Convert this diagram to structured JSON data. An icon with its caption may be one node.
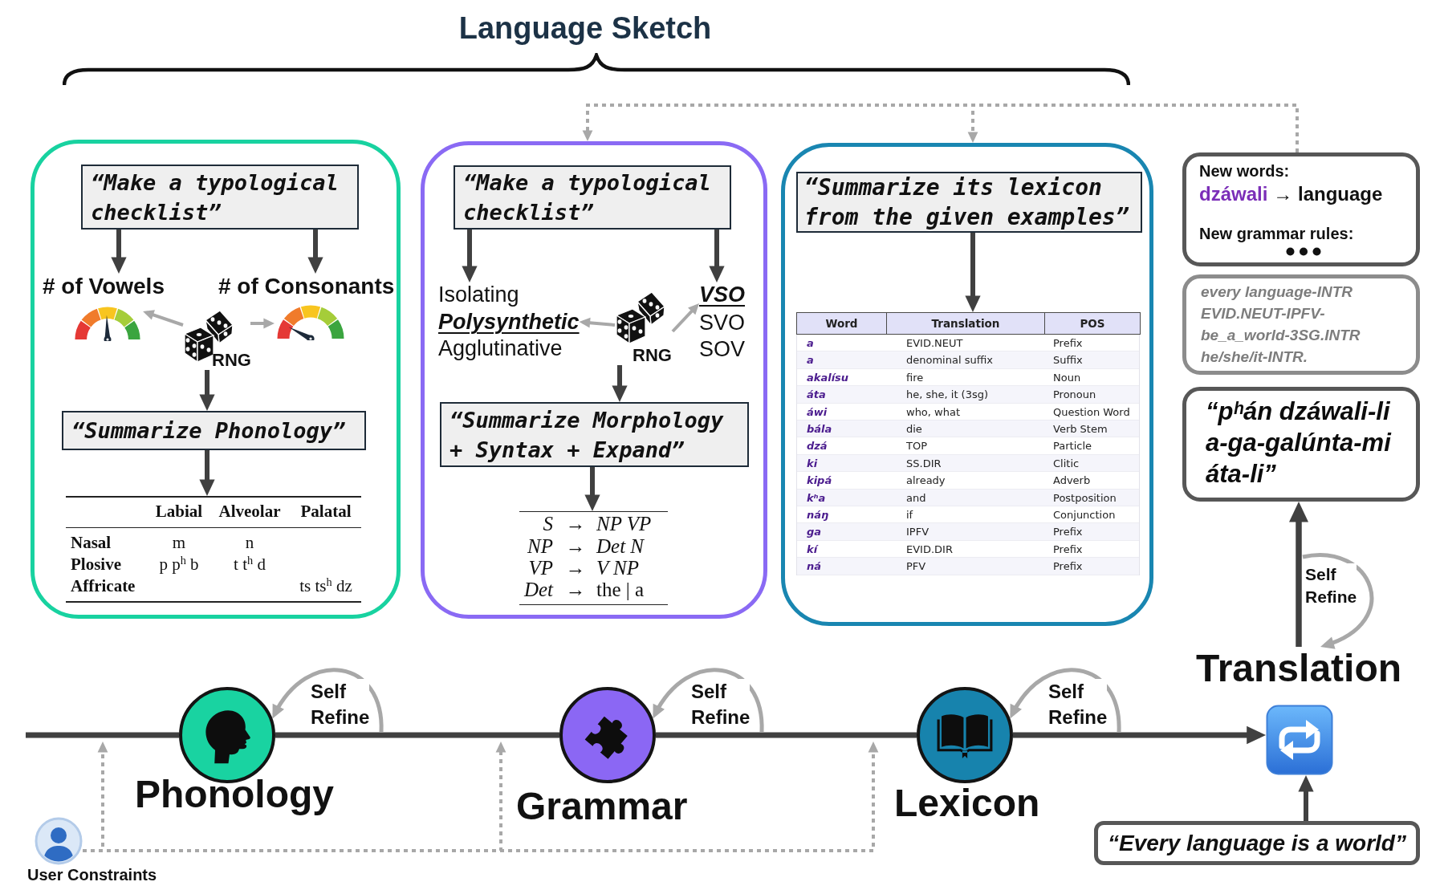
{
  "diagram": {
    "title": "Language Sketch",
    "nodes": [
      {
        "text": [],
        "shape": "box"
      },
      {
        "text": [
          "“Make a typological checklist”"
        ],
        "in": 0
      },
      {
        "text": [
          "# of Vowels"
        ],
        "in": 0
      },
      {
        "text": [
          "# of Consonants"
        ],
        "in": 0
      },
      {
        "text": [],
        "shape": "gauge",
        "in": 0
      },
      {
        "text": [],
        "shape": "gauge",
        "in": 0
      },
      {
        "text": [
          "RNG"
        ],
        "in": 0
      },
      {
        "text": [
          "“Summarize Phonology”"
        ],
        "in": 0
      },
      {
        "text": [
          "Labial",
          "Alveolar",
          "Palatal",
          "Nasal",
          "m",
          "n",
          "Plosive",
          "p p$^{h}$ b",
          "t t$^{h}$ d",
          "Affricate",
          "ts ts$^{h}$ dz"
        ],
        "in": 0
      },
      {
        "text": [],
        "shape": "box"
      },
      {
        "text": [
          "“Make a typological checklist”"
        ],
        "in": 9
      },
      {
        "text": [
          "Isolating"
        ],
        "in": 9
      },
      {
        "text": [
          "Polysynthetic"
        ],
        "in": 9
      },
      {
        "text": [
          "Agglutinative"
        ],
        "in": 9
      },
      {
        "text": [
          "RNG"
        ],
        "in": 9
      },
      {
        "text": [
          "VSO"
        ],
        "in": 9
      },
      {
        "text": [
          "SVO"
        ],
        "in": 9
      },
      {
        "text": [
          "SOV"
        ],
        "in": 9
      },
      {
        "text": [
          "“Summarize Morphology + Syntax + Expand”"
        ],
        "in": 9
      },
      {
        "text": [
          "S",
          "→",
          "NP VP",
          "NP",
          "→",
          "Det N",
          "VP",
          "→",
          "V NP",
          "Det",
          "→",
          "the | a"
        ],
        "in": 9
      },
      {
        "text": [],
        "shape": "box"
      },
      {
        "text": [
          "“Summarize its lexicon from the given examples”"
        ],
        "in": 20
      },
      {
        "text": [
          "Word",
          "Translation",
          "POS",
          "a",
          "EVID.NEUT",
          "Prefix",
          "a",
          "denominal suffix",
          "Suffix",
          "akalísu",
          "fire",
          "Noun",
          "áta",
          "he, she, it (3sg)",
          "Pronoun",
          "áwi",
          "who, what",
          "Question Word",
          "bála",
          "die",
          "Verb Stem",
          "dzá",
          "TOP",
          "Particle",
          "ki",
          "SS.DIR",
          "Clitic",
          "kipá",
          "already",
          "Adverb",
          "kʰa",
          "and",
          "Postposition",
          "náŋ",
          "if",
          "Conjunction",
          "ga",
          "IPFV",
          "Prefix",
          "kí",
          "EVID.DIR",
          "Prefix",
          "ná",
          "PFV",
          "Prefix"
        ],
        "in": 20
      },
      {
        "text": [
          "New words:",
          "dzáwali",
          "→ language",
          "New grammar rules:"
        ]
      },
      {
        "text": [
          "every language-INTR EVID.NEUT-IPFV- be_a_world-3SG.INTR he/she/it-INTR."
        ]
      },
      {
        "text": [
          "“pʰán dzáwali-li a-ga-galúnta-mi áta-li”"
        ]
      },
      {
        "text": [
          "Translation"
        ]
      },
      {
        "text": [],
        "shape": "circle",
        "beside": [
          "Phonology"
        ]
      },
      {
        "text": [],
        "shape": "circle",
        "beside": [
          "Grammar"
        ]
      },
      {
        "text": [],
        "shape": "circle",
        "beside": [
          "Lexicon"
        ]
      },
      {
        "text": [],
        "shape": "picture"
      },
      {
        "text": [
          "“Every language is a world”"
        ]
      },
      {
        "text": [],
        "shape": "person",
        "beside": [
          "User Constraints"
        ]
      }
    ],
    "edges": [
      {
        "from": 1,
        "to": 2,
        "arrow": "to"
      },
      {
        "from": 1,
        "to": 3,
        "arrow": "to"
      },
      {
        "from": 6,
        "to": 4,
        "arrow": "to",
        "color": "#a8a8a8"
      },
      {
        "from": 6,
        "to": 5,
        "arrow": "to",
        "color": "#a8a8a8"
      },
      {
        "from": 6,
        "to": 7,
        "arrow": "to"
      },
      {
        "from": 7,
        "to": 8,
        "arrow": "to"
      },
      {
        "from": 10,
        "to": 11,
        "arrow": "to"
      },
      {
        "from": 10,
        "to": 15,
        "arrow": "to"
      },
      {
        "from": 14,
        "to": 12,
        "arrow": "to",
        "color": "#a8a8a8"
      },
      {
        "from": 14,
        "to": 15,
        "arrow": "to",
        "color": "#a8a8a8"
      },
      {
        "from": 14,
        "to": 18,
        "arrow": "to"
      },
      {
        "from": 18,
        "to": 19,
        "arrow": "to"
      },
      {
        "from": 21,
        "to": 22,
        "arrow": "to"
      },
      {
        "from": 23,
        "to": 9,
        "arrow": "to",
        "style": "dashed",
        "color": "#a8a8a8"
      },
      {
        "from": 23,
        "to": 20,
        "arrow": "to",
        "style": "dashed",
        "color": "#a8a8a8"
      },
      {
        "from": null,
        "to": 27,
        "arrow": "none"
      },
      {
        "from": 27,
        "to": 28,
        "arrow": "none"
      },
      {
        "from": 28,
        "to": 29,
        "arrow": "none"
      },
      {
        "from": 29,
        "to": 30,
        "arrow": "to"
      },
      {
        "from": null,
        "to": 27,
        "arrow": "to",
        "label": "Self Refine",
        "color": "#a8a8a8"
      },
      {
        "from": null,
        "to": 28,
        "arrow": "to",
        "label": "Self Refine",
        "color": "#a8a8a8"
      },
      {
        "from": null,
        "to": 29,
        "arrow": "to",
        "label": "Self Refine",
        "color": "#a8a8a8"
      },
      {
        "from": 26,
        "to": 25,
        "arrow": "to"
      },
      {
        "from": null,
        "to": 26,
        "arrow": "to",
        "label": "Self Refine",
        "color": "#a8a8a8"
      },
      {
        "from": 31,
        "to": 30,
        "arrow": "to"
      },
      {
        "from": 32,
        "to": null,
        "arrow": "to",
        "style": "dashed",
        "color": "#a8a8a8"
      },
      {
        "from": 32,
        "to": null,
        "arrow": "to",
        "style": "dashed",
        "color": "#a8a8a8"
      },
      {
        "from": 32,
        "to": null,
        "arrow": "to",
        "style": "dashed",
        "color": "#a8a8a8"
      }
    ]
  }
}
